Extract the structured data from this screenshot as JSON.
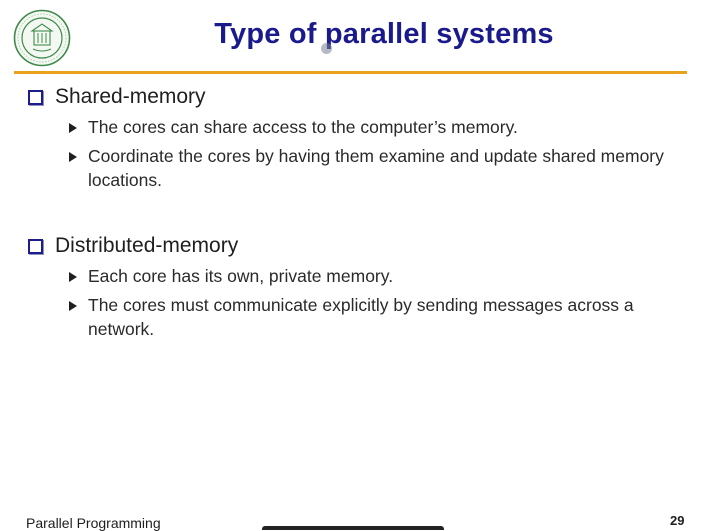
{
  "slide": {
    "title": "Type of parallel systems",
    "logo_icon": "university-seal-icon",
    "rule_color": "#e9a21c",
    "title_color": "#1a1a8c",
    "sections": [
      {
        "heading": "Shared-memory",
        "items": [
          "The cores can share access to the computer’s memory.",
          "Coordinate the cores by having them examine and update shared memory locations."
        ]
      },
      {
        "heading": "Distributed-memory",
        "items": [
          "Each core has its own, private memory.",
          "The cores must communicate explicitly by sending messages across a network."
        ]
      }
    ]
  },
  "footer": {
    "course": "Parallel Programming",
    "page_number": "29"
  }
}
